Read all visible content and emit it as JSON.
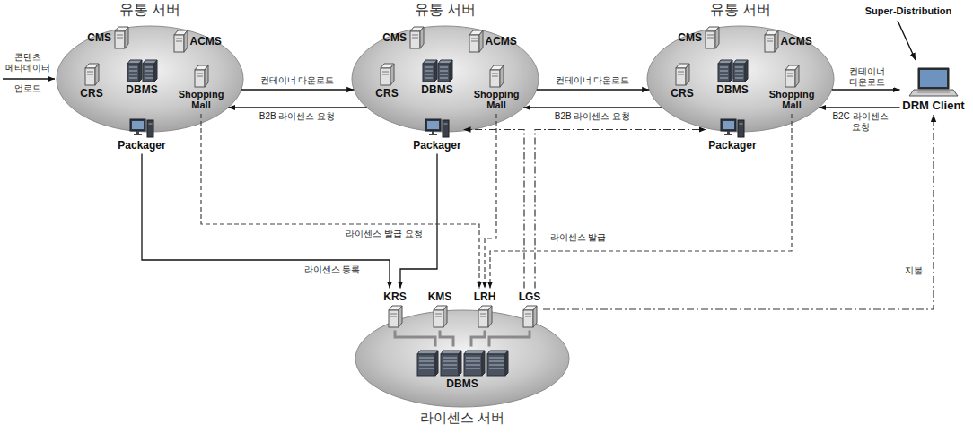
{
  "diagram": {
    "nodes": [
      {
        "text": [
          "유통 서버"
        ]
      },
      {
        "text": [
          "CMS"
        ],
        "in": 0
      },
      {
        "text": [
          "ACMS"
        ],
        "in": 0
      },
      {
        "text": [
          "CRS"
        ],
        "in": 0
      },
      {
        "text": [
          "DBMS"
        ],
        "in": 0
      },
      {
        "text": [
          "Shopping Mall"
        ],
        "in": 0
      },
      {
        "text": [
          "Packager"
        ],
        "in": 0
      },
      {
        "text": [
          "유통 서버"
        ]
      },
      {
        "text": [
          "CMS"
        ],
        "in": 7
      },
      {
        "text": [
          "ACMS"
        ],
        "in": 7
      },
      {
        "text": [
          "CRS"
        ],
        "in": 7
      },
      {
        "text": [
          "DBMS"
        ],
        "in": 7
      },
      {
        "text": [
          "Shopping Mall"
        ],
        "in": 7
      },
      {
        "text": [
          "Packager"
        ],
        "in": 7
      },
      {
        "text": [
          "유통 서버"
        ]
      },
      {
        "text": [
          "CMS"
        ],
        "in": 14
      },
      {
        "text": [
          "ACMS"
        ],
        "in": 14
      },
      {
        "text": [
          "CRS"
        ],
        "in": 14
      },
      {
        "text": [
          "DBMS"
        ],
        "in": 14
      },
      {
        "text": [
          "Shopping Mall"
        ],
        "in": 14
      },
      {
        "text": [
          "Packager"
        ],
        "in": 14
      },
      {
        "text": [
          "DRM Client"
        ]
      },
      {
        "text": [
          "라이센스 서버"
        ]
      },
      {
        "text": [
          "KRS"
        ],
        "in": 22
      },
      {
        "text": [
          "KMS"
        ],
        "in": 22
      },
      {
        "text": [
          "LRH"
        ],
        "in": 22
      },
      {
        "text": [
          "LGS"
        ],
        "in": 22
      },
      {
        "text": [
          "DBMS"
        ],
        "in": 22
      }
    ],
    "edges": [
      {
        "from": 0,
        "to": 7,
        "arrow": "to",
        "label": "컨테이너 다운로드"
      },
      {
        "from": 7,
        "to": 0,
        "arrow": "to",
        "label": "B2B 라이센스 요청"
      },
      {
        "from": 7,
        "to": 14,
        "arrow": "to",
        "label": "컨테이너 다운로드"
      },
      {
        "from": 14,
        "to": 7,
        "arrow": "to",
        "label": "B2B 라이센스 요청"
      },
      {
        "from": 14,
        "to": 21,
        "arrow": "to",
        "label": "컨테이너 다운로드"
      },
      {
        "from": 21,
        "to": 14,
        "arrow": "to",
        "label": "B2C 라이센스 요청"
      },
      {
        "from": 6,
        "to": 23,
        "arrow": "to",
        "label": "라이센스 등록"
      },
      {
        "from": 13,
        "to": 23,
        "arrow": "to"
      },
      {
        "from": 5,
        "to": 25,
        "arrow": "to",
        "label": "라이센스 발급 요청"
      },
      {
        "from": 12,
        "to": 25,
        "arrow": "to"
      },
      {
        "from": 19,
        "to": 25,
        "arrow": "to"
      },
      {
        "from": 26,
        "to": 13,
        "arrow": "to"
      },
      {
        "from": 26,
        "to": 20,
        "arrow": "to",
        "label": "라이센스 발급"
      },
      {
        "from": 26,
        "to": 21,
        "arrow": "to",
        "label": "지불"
      },
      {
        "from": 23,
        "to": 27,
        "arrow": "none"
      },
      {
        "from": 24,
        "to": 27,
        "arrow": "none"
      },
      {
        "from": 25,
        "to": 27,
        "arrow": "none"
      },
      {
        "from": 26,
        "to": 27,
        "arrow": "none"
      }
    ],
    "labels": [
      "콘텐츠 메타데이터",
      "업로드",
      "Super-Distribution"
    ]
  }
}
